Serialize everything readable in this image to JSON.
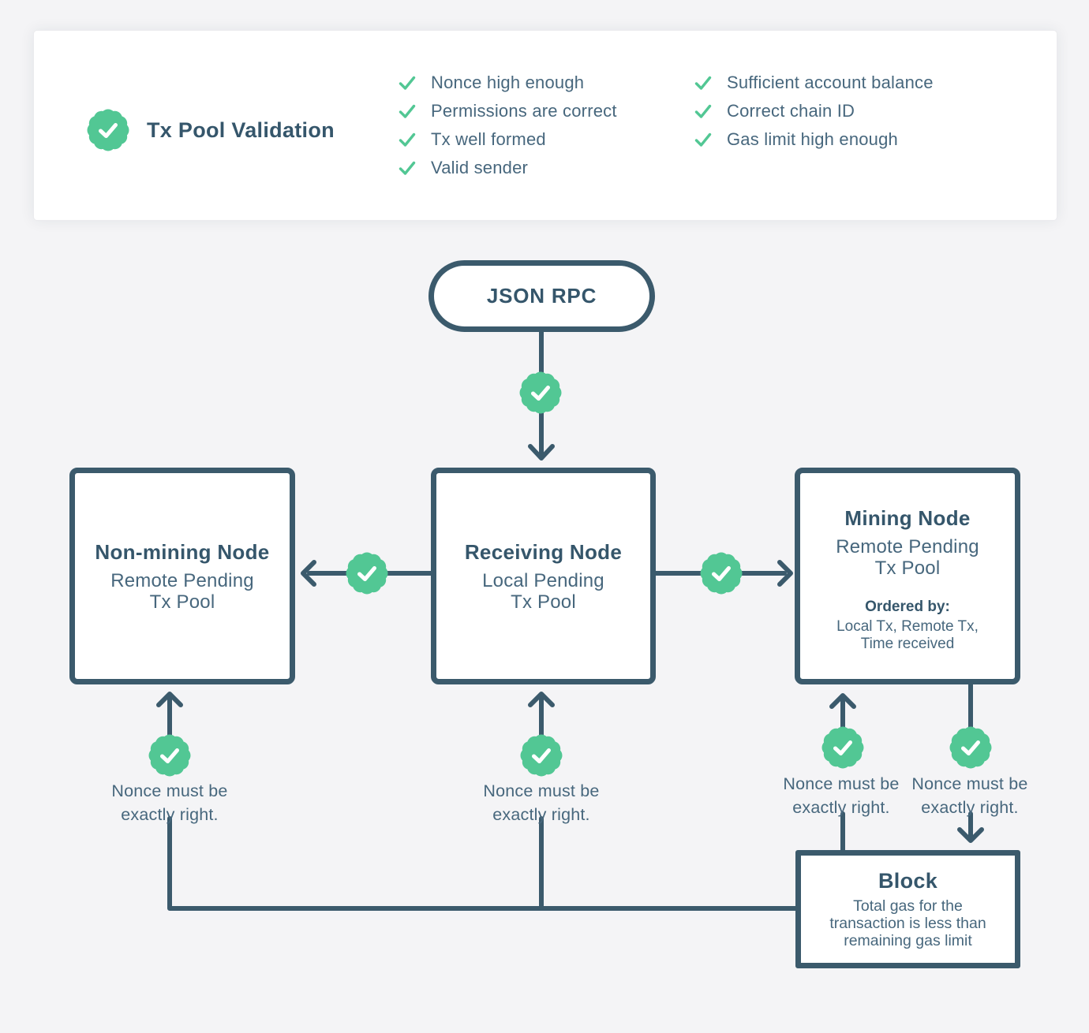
{
  "palette": {
    "green": "#52c794",
    "slate": "#3b5a6c",
    "heading": "#35566b",
    "body": "#47677d",
    "background": "#f4f4f6",
    "card": "#ffffff"
  },
  "validation_card": {
    "title": "Tx Pool Validation",
    "checks_col1": [
      "Nonce high enough",
      "Permissions are correct",
      "Tx well formed",
      "Valid sender"
    ],
    "checks_col2": [
      "Sufficient account balance",
      "Correct chain ID",
      "Gas limit high enough"
    ]
  },
  "flow": {
    "json_rpc_label": "JSON RPC",
    "non_mining": {
      "title": "Non-mining Node",
      "subtitle": "Remote Pending\nTx Pool"
    },
    "receiving": {
      "title": "Receiving Node",
      "subtitle": "Local Pending\nTx Pool"
    },
    "mining": {
      "title": "Mining Node",
      "subtitle": "Remote Pending\nTx Pool",
      "ordered_by_label": "Ordered by:",
      "ordered_by_value": "Local Tx, Remote Tx,\nTime received"
    },
    "block": {
      "title": "Block",
      "body": "Total gas for the\ntransaction is less than\nremaining gas limit"
    },
    "nonce_note": "Nonce must be\nexactly right."
  }
}
